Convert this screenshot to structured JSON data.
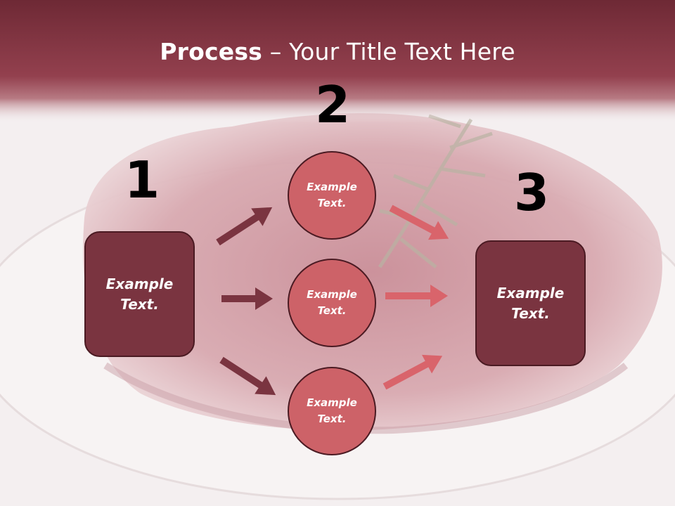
{
  "title": {
    "bold": "Process",
    "rest": " – Your Title Text Here"
  },
  "steps": {
    "one": "1",
    "two": "2",
    "three": "3"
  },
  "left_box": {
    "text": "Example Text."
  },
  "circles": [
    {
      "text": "Example Text."
    },
    {
      "text": "Example Text."
    },
    {
      "text": "Example Text."
    }
  ],
  "right_box": {
    "text": "Example Text."
  },
  "colors": {
    "header": "#8f3a48",
    "box": "#7a3440",
    "circle": "#cd6268",
    "arrow_dark": "#7a3440",
    "arrow_light": "#d9646b"
  }
}
